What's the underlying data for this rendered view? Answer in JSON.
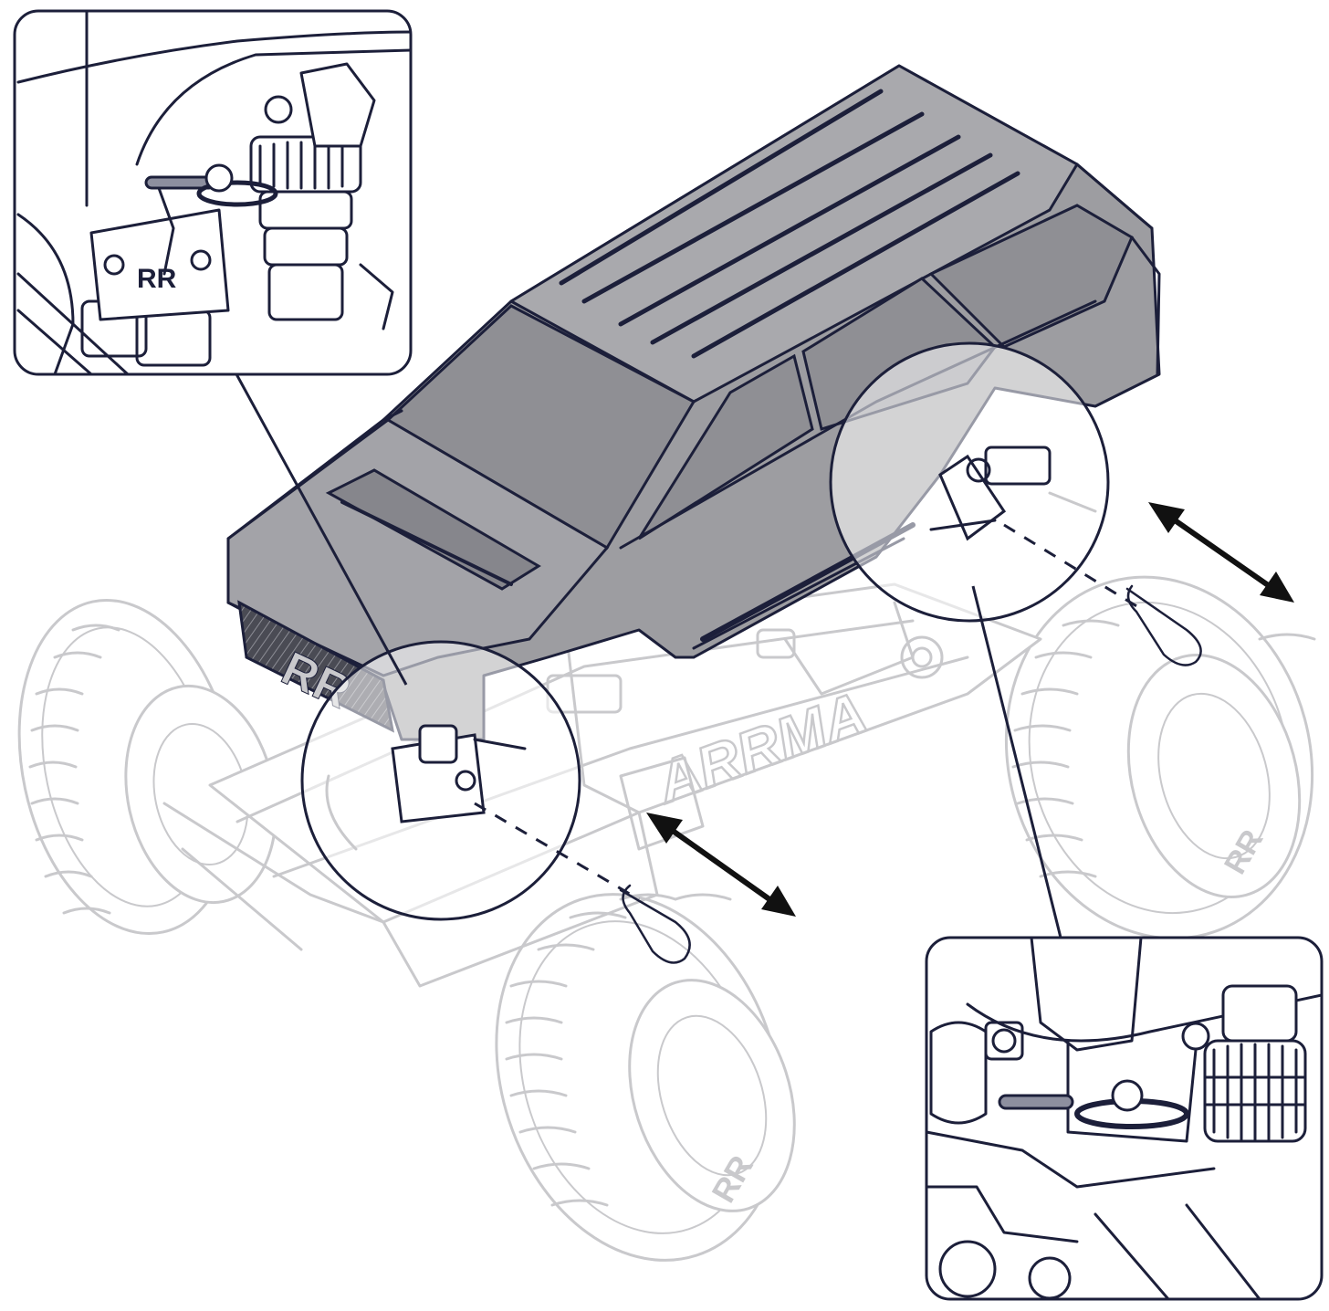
{
  "figure": {
    "background": "#ffffff",
    "ink_color": "#1c1f3a",
    "body_color": "#9d9da1",
    "ghost_color": "#c9c9cc"
  },
  "labels": {
    "chassis_brand": "ARRMA",
    "grille_logo": "RR",
    "wheel_logo": "RR"
  },
  "insets": [
    {
      "name": "front-post-detail",
      "content": "front body post with clip"
    },
    {
      "name": "rear-post-detail",
      "content": "rear body post with clip"
    }
  ],
  "icons": [
    "double-arrow-icon",
    "body-clip-icon",
    "magnifier-circle-icon"
  ]
}
